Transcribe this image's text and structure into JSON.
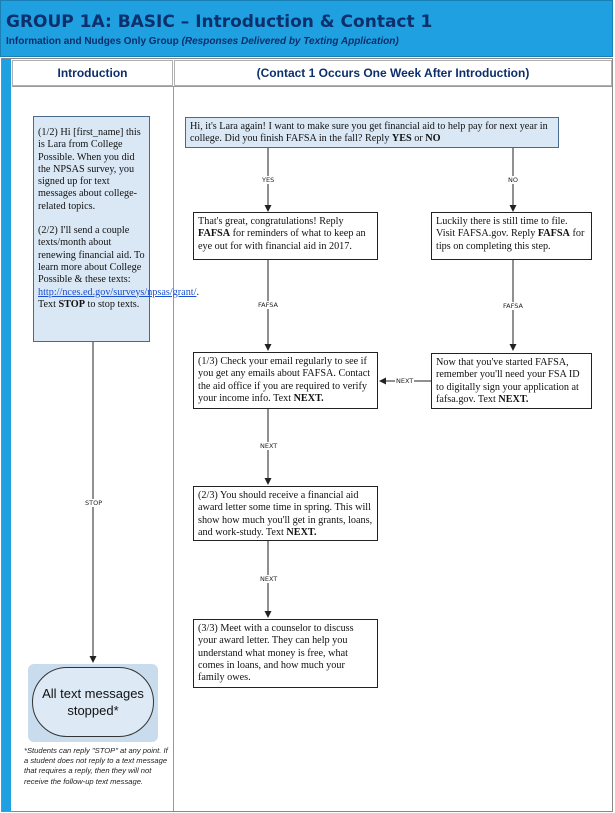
{
  "header": {
    "title": "GROUP 1A: BASIC – Introduction & Contact 1",
    "subtitle_prefix": "Information and Nudges Only Group ",
    "subtitle_italic": "(Responses Delivered by Texting Application)"
  },
  "columns": {
    "left": "Introduction",
    "right": "(Contact 1 Occurs One Week After Introduction)"
  },
  "intro": {
    "p1": "(1/2) Hi [first_name] this is Lara from College Possible. When you did the NPSAS survey, you signed up for text messages about college-related topics.",
    "p2a": "(2/2) I'll send a couple texts/month about renewing financial aid. To learn more about College Possible & these texts: ",
    "p2_link": "http://nces.ed.gov/surveys/npsas/grant/",
    "p2b": ". Text ",
    "p2_stop": "STOP",
    "p2c": " to stop texts."
  },
  "contact1": {
    "t1": "Hi, it's Lara again! I want to make sure you get financial aid to help pay for next year in college. Did you finish FAFSA in the fall? Reply ",
    "yes": "YES",
    "or": " or ",
    "no": "NO"
  },
  "yes_box": {
    "t1": "That's great, congratulations! Reply ",
    "fafsa": "FAFSA",
    "t2": " for reminders of what to keep an eye out for with financial aid in 2017."
  },
  "no_box": {
    "t1": "Luckily there is still time to file. Visit FAFSA.gov. Reply ",
    "fafsa": "FAFSA",
    "t2": " for tips on completing this step."
  },
  "check_box": {
    "t1": "(1/3) Check your email regularly to see if you get any emails about FAFSA. Contact the aid office if you are required to verify your income info. Text ",
    "next": "NEXT."
  },
  "started_box": {
    "t1": "Now that you've started FAFSA, remember you'll need your FSA ID to digitally sign your application at fafsa.gov. Text ",
    "next": "NEXT."
  },
  "award_box": {
    "t1": "(2/3) You should receive a financial aid award letter some time in spring. This will show how much you'll get in grants, loans, and work-study. Text ",
    "next": "NEXT."
  },
  "counselor_box": {
    "t1": "(3/3) Meet with a counselor to discuss your award letter. They can help you understand what money is free, what comes in loans, and how much your family owes."
  },
  "edge_labels": {
    "yes": "YES",
    "no": "NO",
    "fafsa_left": "FAFSA",
    "fafsa_right": "FAFSA",
    "next_h": "NEXT",
    "next_1": "NEXT",
    "next_2": "NEXT",
    "stop": "STOP"
  },
  "stop_terminal": "All text messages stopped*",
  "footnote": "*Students can reply \"STOP\" at any point. If a student does not reply to a text message that requires a reply, then they will not receive the follow-up text message.",
  "colors": {
    "banner": "#1ea0e1",
    "title_text": "#0d2f6b",
    "blue_box": "#dae8f5",
    "link": "#1a4fd0"
  }
}
